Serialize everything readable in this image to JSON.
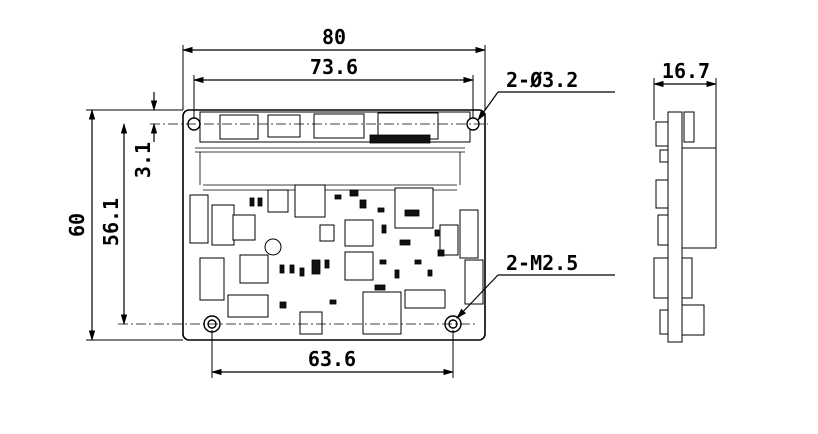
{
  "dimensions": {
    "overall_width": "80",
    "hole_spacing_top": "73.6",
    "overall_height": "60",
    "hole_spacing_vertical": "56.1",
    "hole_offset_top": "3.1",
    "hole_spacing_bottom": "63.6",
    "side_thickness": "16.7"
  },
  "callouts": {
    "top_holes": "2-Ø3.2",
    "bottom_holes": "2-M2.5"
  }
}
